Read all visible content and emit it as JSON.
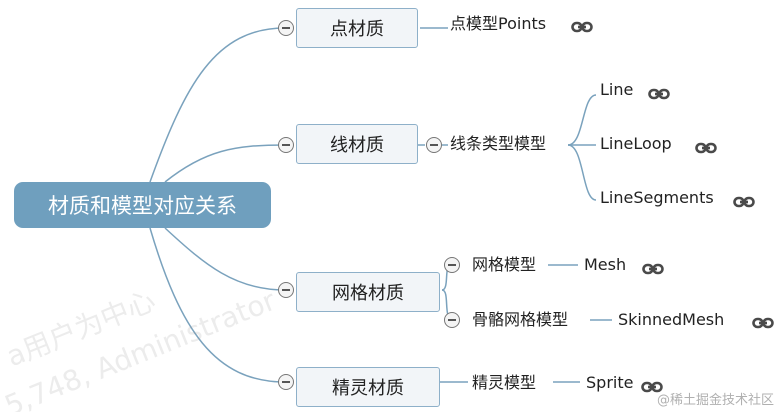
{
  "root": {
    "label": "材质和模型对应关系"
  },
  "materials": [
    {
      "label": "点材质"
    },
    {
      "label": "线材质"
    },
    {
      "label": "网格材质"
    },
    {
      "label": "精灵材质"
    }
  ],
  "models": {
    "points": "点模型Points",
    "line_types": "线条类型模型",
    "line": "Line",
    "line_loop": "LineLoop",
    "line_segments": "LineSegments",
    "mesh_model": "网格模型",
    "mesh": "Mesh",
    "skinned_model": "骨骼网格模型",
    "skinned_mesh": "SkinnedMesh",
    "sprite_model": "精灵模型",
    "sprite": "Sprite"
  },
  "watermarks": {
    "line1": "a用户为中心",
    "line2": "5,748, Administrator",
    "corner": "@稀土掘金技术社区"
  },
  "colors": {
    "root_fill": "#6f9fbe",
    "box_border": "#8eb0c9",
    "box_fill": "#f2f5f8",
    "connector": "#7aa2bd"
  }
}
